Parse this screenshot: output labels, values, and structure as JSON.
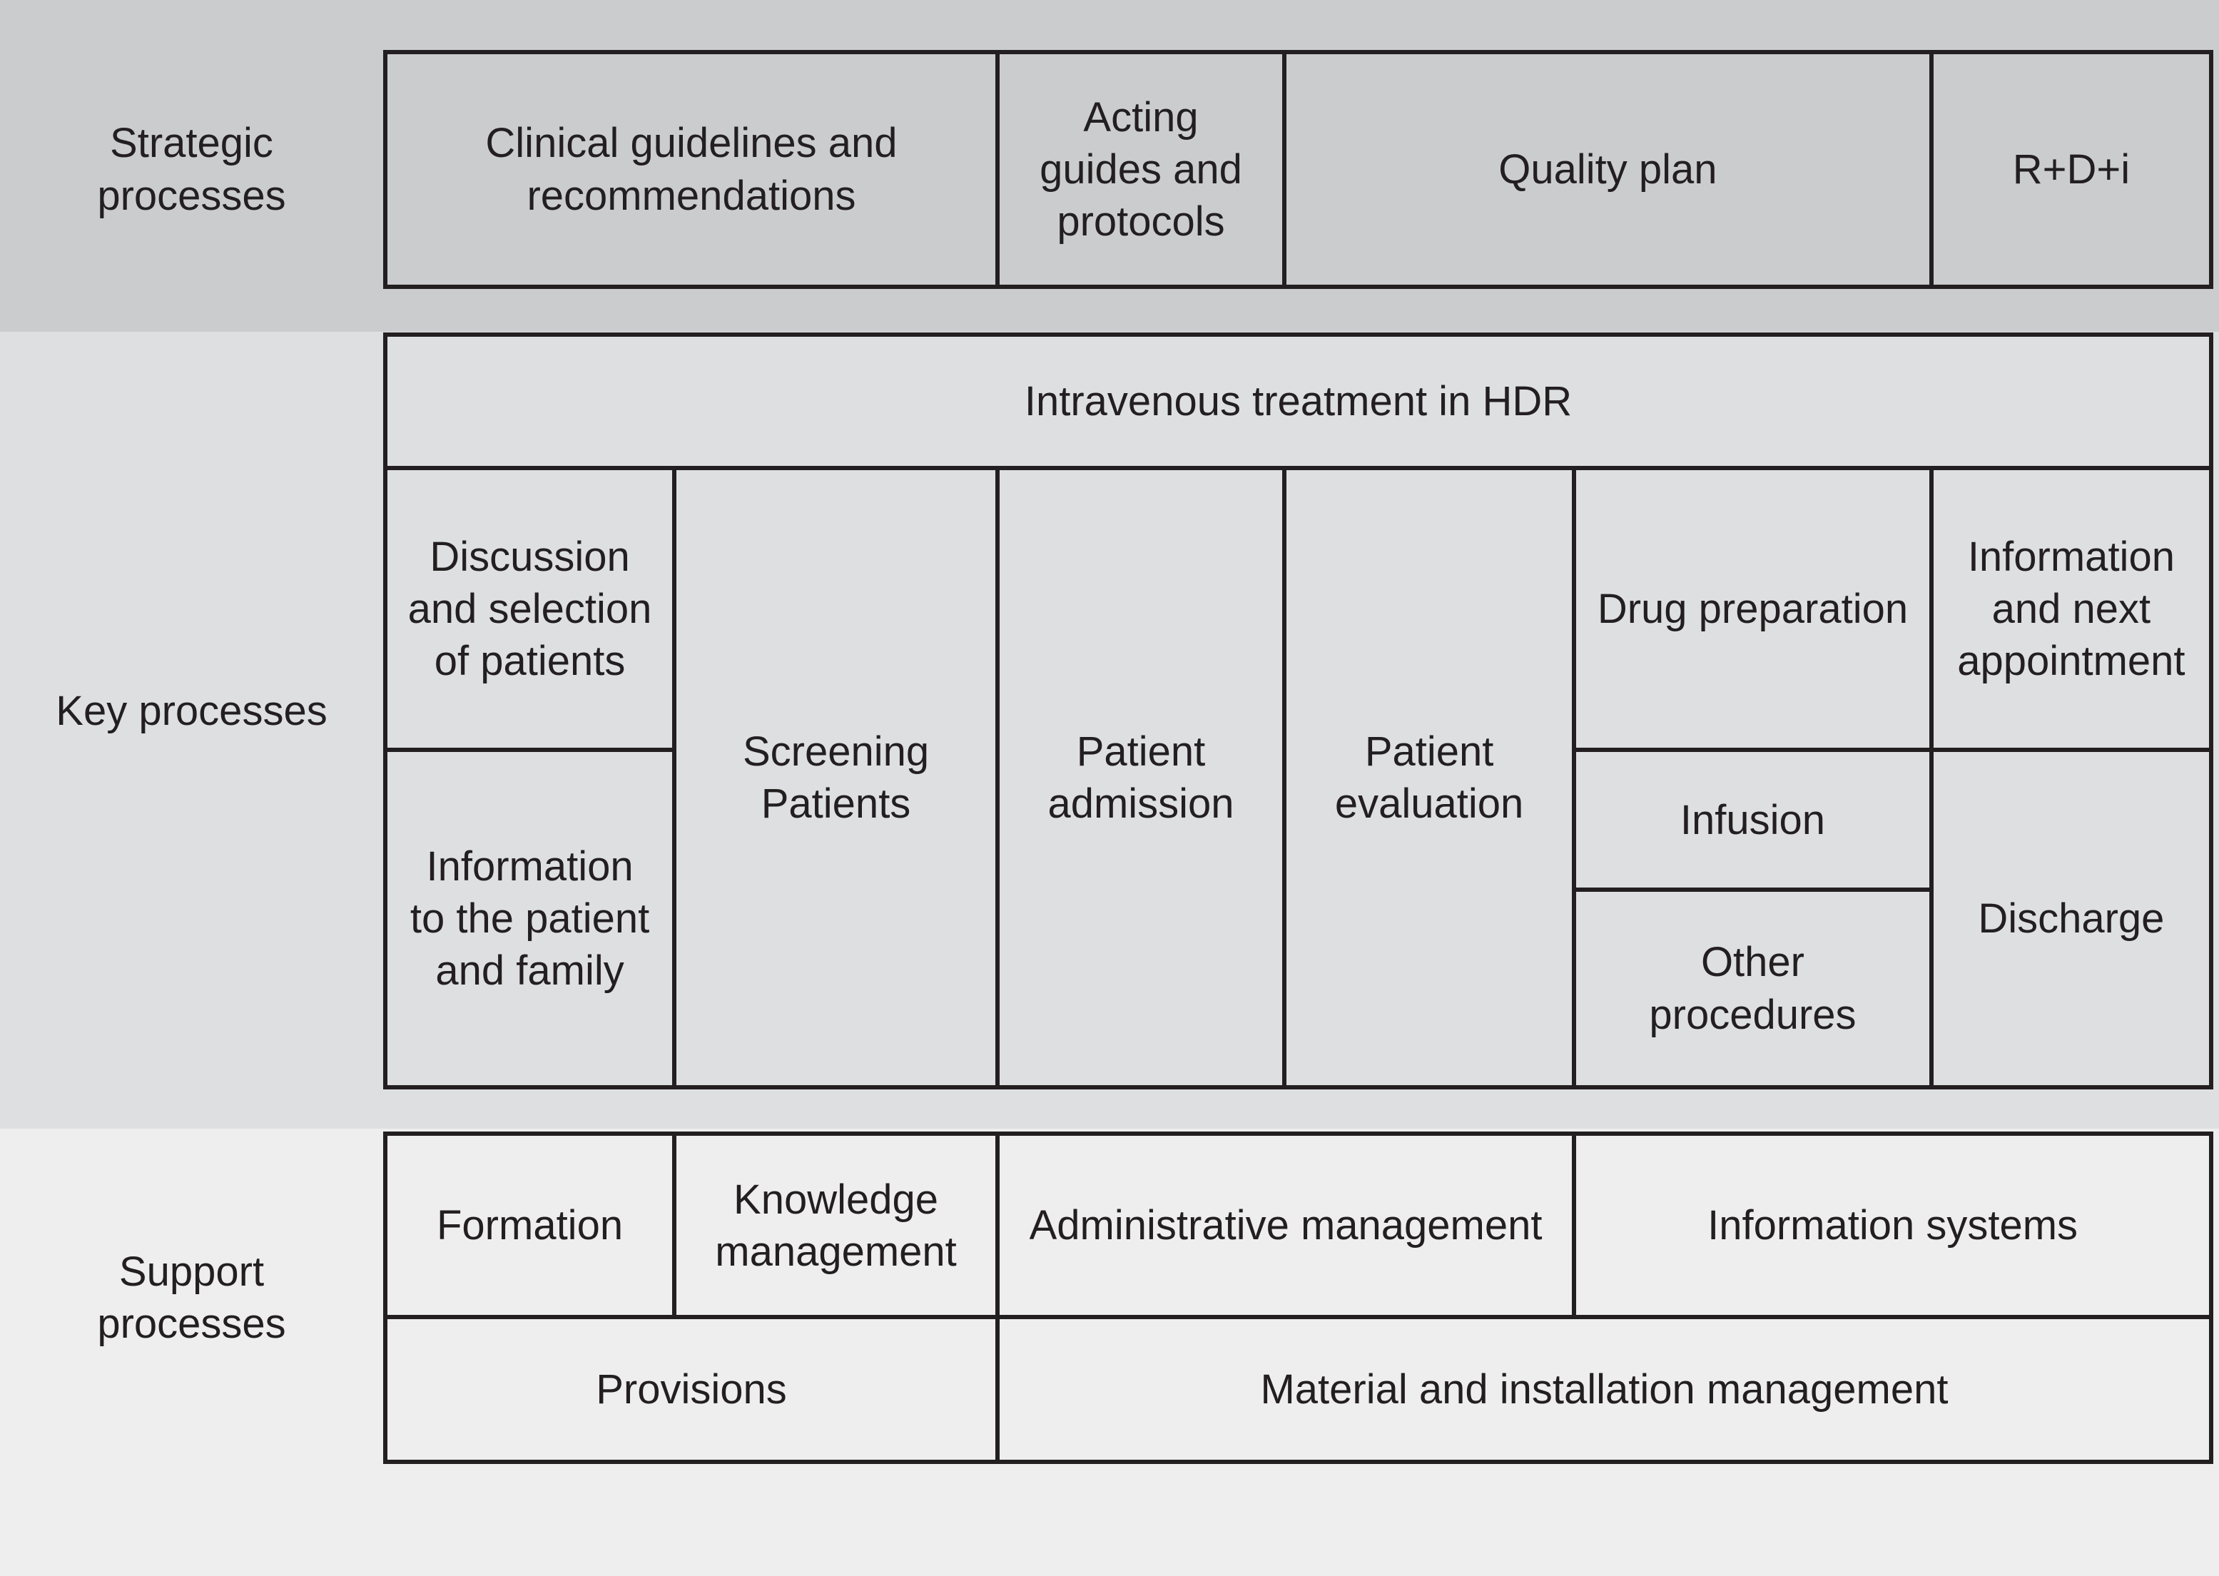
{
  "figure": {
    "colors": {
      "strategic_band": "#cbccce",
      "key_band": "#dedfe1",
      "support_band": "#eeeeef",
      "border": "#231f20",
      "text": "#231f20"
    },
    "strategic": {
      "row_label": "Strategic\nprocesses",
      "boxes": [
        {
          "label": "Clinical guidelines and\nrecommendations"
        },
        {
          "label": "Acting\nguides and\nprotocols"
        },
        {
          "label": "Quality plan"
        },
        {
          "label": "R+D+i"
        }
      ]
    },
    "key": {
      "row_label": "Key processes",
      "header": "Intravenous treatment in HDR",
      "discussion_selection": "Discussion\nand selection\nof patients",
      "information_patient_family": "Information\nto the patient\nand family",
      "screening_patients": "Screening\nPatients",
      "patient_admission": "Patient\nadmission",
      "patient_evaluation": "Patient\nevaluation",
      "drug_preparation": "Drug preparation",
      "infusion": "Infusion",
      "other_procedures": "Other\nprocedures",
      "information_next_appointment": "Information\nand next\nappointment",
      "discharge": "Discharge"
    },
    "support": {
      "row_label": "Support\nprocesses",
      "row1": [
        "Formation",
        "Knowledge\nmanagement",
        "Administrative management",
        "Information systems"
      ],
      "row2": [
        "Provisions",
        "Material and installation management"
      ]
    }
  }
}
